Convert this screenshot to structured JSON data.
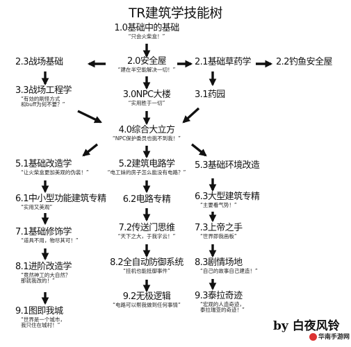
{
  "title": "TR建筑学技能树",
  "nodes": {
    "n1_0": {
      "title": "1.0基础中的基础",
      "quote": "“只会火柴盒！”"
    },
    "n2_0": {
      "title": "2.0安全屋",
      "quote": "“建在半空能解决一切！”"
    },
    "n2_1": {
      "title": "2.1基础草药学",
      "quote": ""
    },
    "n2_2": {
      "title": "2.2钓鱼安全屋",
      "quote": ""
    },
    "n2_3": {
      "title": "2.3战场基础",
      "quote": ""
    },
    "n3_0": {
      "title": "3.0NPC大楼",
      "quote": "“实用胜于一切”"
    },
    "n3_1": {
      "title": "3.1药园",
      "quote": ""
    },
    "n3_3": {
      "title": "3.3战场工程学",
      "quote": "“有効的刷怪方式\n和buff为何不要？”"
    },
    "n4_0": {
      "title": "4.0综合大立方",
      "quote": "“NPC保护委员也挑不到我！”"
    },
    "n5_1": {
      "title": "5.1基础改造学",
      "quote": "“让火柴盒更加美观的伪装！”"
    },
    "n5_2": {
      "title": "5.2建筑电路学",
      "quote": "“电工妹的房子怎么能没有电路？”"
    },
    "n5_3": {
      "title": "5.3基础环境改造",
      "quote": ""
    },
    "n6_1": {
      "title": "6.1中小型功能建筑专精",
      "quote": "“实用又美观”"
    },
    "n6_2": {
      "title": "6.2电路专精",
      "quote": ""
    },
    "n6_3": {
      "title": "6.3大型建筑专精",
      "quote": "“主要看气势！”"
    },
    "n7_1": {
      "title": "7.1基础修饰学",
      "quote": "“道具不用，物尽其可！”"
    },
    "n7_2": {
      "title": "7.2传送门思维",
      "quote": "“天下之大，于我字云！”"
    },
    "n7_3": {
      "title": "7.3上帝之手",
      "quote": "“世界即我画板”"
    },
    "n8_1": {
      "title": "8.1进阶改造学",
      "quote": "“竟然神工的大自然？\n那就我改的！”"
    },
    "n8_2": {
      "title": "8.2全自动防御系统",
      "quote": "“挂机也能抵御事件”"
    },
    "n8_3": {
      "title": "8.3剧情场地",
      "quote": "“自己的故事自己建造！”"
    },
    "n9_1": {
      "title": "9.1图即我城",
      "quote": "“世界是一个城市，\n我只住在城村！”"
    },
    "n9_2": {
      "title": "9.2无极逻辑",
      "quote": "“电路可以帮我做到任何事情”"
    },
    "n9_3": {
      "title": "9.3泰拉奇迹",
      "quote": "“宏观的人造奇迹，\n泰拉瑞亚的奇迹！”"
    }
  },
  "signature": {
    "by": "by",
    "name": "白夜风铃"
  },
  "logo": {
    "text": "华南手游网"
  },
  "colors": {
    "arrow": "#111111",
    "logo": "#d33333"
  }
}
